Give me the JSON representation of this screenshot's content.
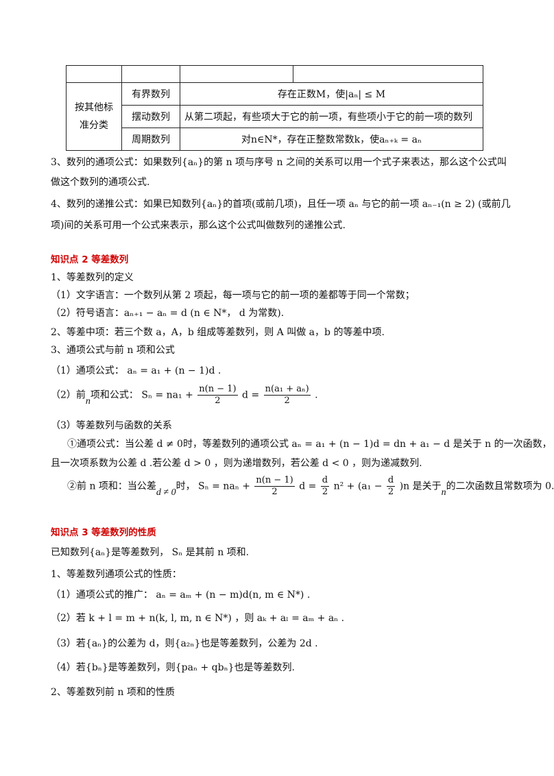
{
  "table": {
    "category": "按其他标准分类",
    "rows": [
      {
        "name": "有界数列",
        "desc": "存在正数M，使|aₙ| ≤ M"
      },
      {
        "name": "摆动数列",
        "desc": "从第二项起，有些项大于它的前一项，有些项小于它的前一项的数列"
      },
      {
        "name": "周期数列",
        "desc": "对n∈N*，存在正整数常数k，使aₙ₊ₖ = aₙ"
      }
    ]
  },
  "p3": [
    "3、数列的通项公式：如果数列{aₙ}的第 n 项与序号 n 之间的关系可以用一个式子来表达，那么这个公式叫",
    "做这个数列的通项公式."
  ],
  "p4": [
    "4、数列的递推公式：如果已知数列{aₙ}的首项(或前几项)，且任一项 aₙ 与它的前一项 aₙ₋₁(n ≥ 2) (或前几",
    "项)间的关系可用一个公式来表示，那么这个公式叫做数列的递推公式."
  ],
  "k2": {
    "heading": "知识点 2  等差数列",
    "s1": "1、等差数列的定义",
    "s1a": "（1）文字语言：一个数列从第 2 项起，每一项与它的前一项的差都等于同一个常数；",
    "s1b": "（2）符号语言：aₙ₊₁ − aₙ = d (n ∈ N*， d 为常数).",
    "s2": "2、等差中项：若三个数 a，A，b 组成等差数列，则 A 叫做 a，b 的等差中项.",
    "s3": "3、通项公式与前 n 项和公式",
    "s3a": "（1）通项公式： aₙ = a₁ + (n − 1)d .",
    "s3b_pre": "（2）前",
    "s3b_n": "n",
    "s3b_mid": "项和公式： Sₙ = na₁ +",
    "s3b_f1n": "n(n − 1)",
    "s3b_f1d": "2",
    "s3b_mid2": "d =",
    "s3b_f2n": "n(a₁ + aₙ)",
    "s3b_f2d": "2",
    "s3b_end": ".",
    "s3c": "（3）等差数列与函数的关系",
    "s3c1a": "①通项公式：当公差 d ≠ 0时，等差数列的通项公式 aₙ = a₁ + (n − 1)d = dn + a₁ − d 是关于 n 的一次函数，",
    "s3c1b": "且一次项系数为公差 d .若公差 d > 0 ，则为递增数列，若公差 d < 0 ，则为递减数列.",
    "s3c2_pre": "②前 n 项和：当公差",
    "s3c2_d": "d ≠ 0",
    "s3c2_mid": "时， Sₙ = naₙ +",
    "s3c2_f1n": "n(n − 1)",
    "s3c2_f1d": "2",
    "s3c2_mid2": "d =",
    "s3c2_f2n": "d",
    "s3c2_f2d": "2",
    "s3c2_mid3": "n² + (a₁ −",
    "s3c2_f3n": "d",
    "s3c2_f3d": "2",
    "s3c2_mid4": ")n 是关于",
    "s3c2_n": "n",
    "s3c2_end": "的二次函数且常数项为 0."
  },
  "k3": {
    "heading": "知识点 3  等差数列的性质",
    "intro": "已知数列{aₙ}是等差数列， Sₙ 是其前 n 项和.",
    "s1": "1、等差数列通项公式的性质：",
    "s1a": "（1）通项公式的推广： aₙ = aₘ + (n − m)d(n, m ∈ N*) .",
    "s1b": "（2）若 k + l = m + n(k, l, m, n ∈ N*) ，则 aₖ + aₗ = aₘ + aₙ .",
    "s1c": "（3）若{aₙ}的公差为 d，则{a₂ₙ}也是等差数列，公差为 2d .",
    "s1d": "（4）若{bₙ}是等差数列，则{paₙ + qbₙ}也是等差数列.",
    "s2": "2、等差数列前 n 项和的性质"
  }
}
